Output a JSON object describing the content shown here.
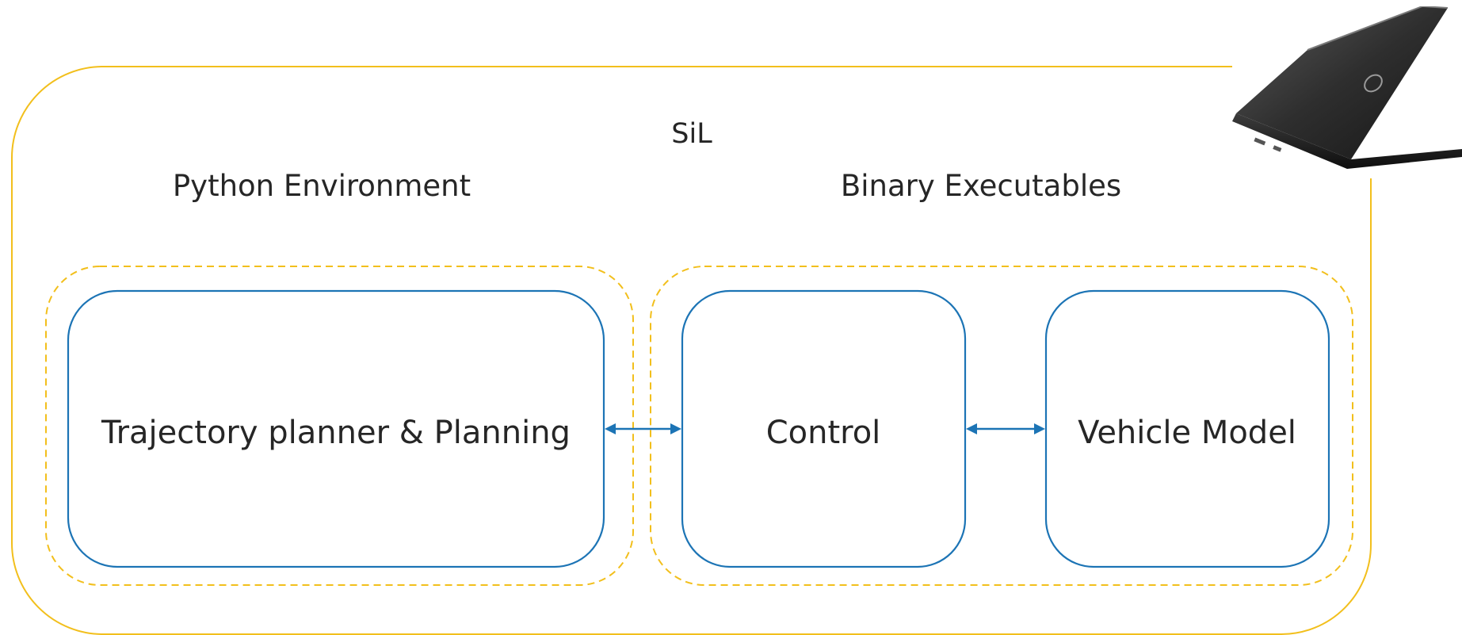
{
  "diagram": {
    "title": "SiL",
    "groups": {
      "python": {
        "label": "Python Environment"
      },
      "binary": {
        "label": "Binary Executables"
      }
    },
    "nodes": {
      "planner": {
        "label": "Trajectory planner & Planning"
      },
      "control": {
        "label": "Control"
      },
      "vehicle": {
        "label": "Vehicle Model"
      }
    },
    "edges": [
      {
        "from": "planner",
        "to": "control",
        "direction": "bidirectional"
      },
      {
        "from": "control",
        "to": "vehicle",
        "direction": "bidirectional"
      }
    ],
    "icons": {
      "laptop": "laptop-icon"
    },
    "colors": {
      "frame": "#F2BF1C",
      "node_stroke": "#1C74B5",
      "arrow": "#1C74B5",
      "text": "#262626"
    }
  }
}
